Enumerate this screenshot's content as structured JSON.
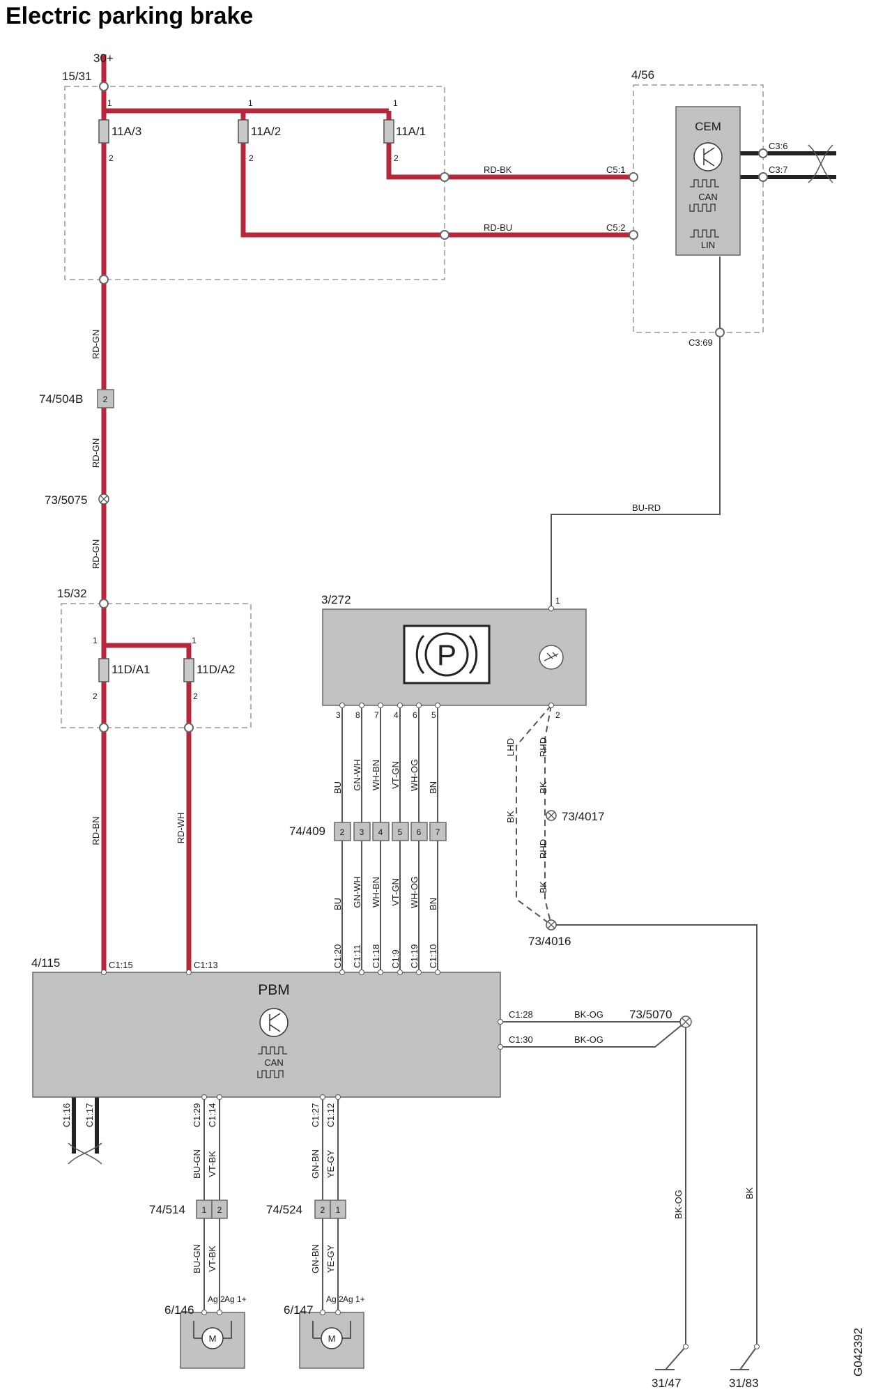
{
  "title": "Electric parking brake",
  "supply": "30+",
  "drawing_id": "G042392",
  "fusebox_top": "15/31",
  "fusebox_bottom": "15/32",
  "fuses": {
    "f1": "11A/1",
    "f2": "11A/2",
    "f3": "11A/3",
    "f4": "11D/A1",
    "f5": "11D/A2",
    "pin1": "1",
    "pin2": "2"
  },
  "cem": {
    "ref": "4/56",
    "name": "CEM",
    "can": "CAN",
    "lin": "LIN",
    "pins": {
      "c55_1": "C5:1",
      "c55_2": "C5:2",
      "c36": "C3:6",
      "c37": "C3:7",
      "c369": "C3:69"
    }
  },
  "wires": {
    "rd_bk": "RD-BK",
    "rd_bu": "RD-BU",
    "rd_gn": "RD-GN",
    "bu_rd": "BU-RD",
    "rd_bn": "RD-BN",
    "rd_wh": "RD-WH",
    "switch_wires": [
      "BU",
      "GN-WH",
      "WH-BN",
      "VT-GN",
      "WH-OG",
      "BN"
    ],
    "bk": "BK",
    "bk_og": "BK-OG",
    "lhd": "LHD",
    "rhd": "RHD",
    "bu_gn": "BU-GN",
    "vt_bk": "VT-BK",
    "gn_bn": "GN-BN",
    "ye_gy": "YE-GY"
  },
  "connectors": {
    "c74_504b": "74/504B",
    "c74_504b_pin": "2",
    "s73_5075": "73/5075",
    "c74_409": "74/409",
    "c74_409_pins": [
      "2",
      "3",
      "4",
      "5",
      "6",
      "7"
    ],
    "s73_4017": "73/4017",
    "s73_4016": "73/4016",
    "s73_5070": "73/5070",
    "c74_514": "74/514",
    "c74_514_pins": [
      "1",
      "2"
    ],
    "c74_524": "74/524",
    "c74_524_pins": [
      "2",
      "1"
    ]
  },
  "switch": {
    "ref": "3/272",
    "pin_top": "1",
    "pin_bottom": "2",
    "pins": [
      "3",
      "8",
      "7",
      "4",
      "6",
      "5"
    ]
  },
  "pbm": {
    "ref": "4/115",
    "name": "PBM",
    "can": "CAN",
    "pins_top": [
      "C1:15",
      "C1:13"
    ],
    "pins_switch": [
      "C1:20",
      "C1:11",
      "C1:18",
      "C1:9",
      "C1:19",
      "C1:10"
    ],
    "pins_right": [
      "C1:28",
      "C1:30"
    ],
    "pins_bottom": [
      "C1:16",
      "C1:17",
      "C1:29",
      "C1:14",
      "C1:27",
      "C1:12"
    ]
  },
  "motors": {
    "left": "6/146",
    "right": "6/147",
    "left_terms": [
      "Ag 2-",
      "Ag 1+"
    ],
    "right_terms": [
      "Ag 2-",
      "Ag 1+"
    ],
    "symbol": "M"
  },
  "grounds": {
    "g1": "31/47",
    "g2": "31/83"
  }
}
